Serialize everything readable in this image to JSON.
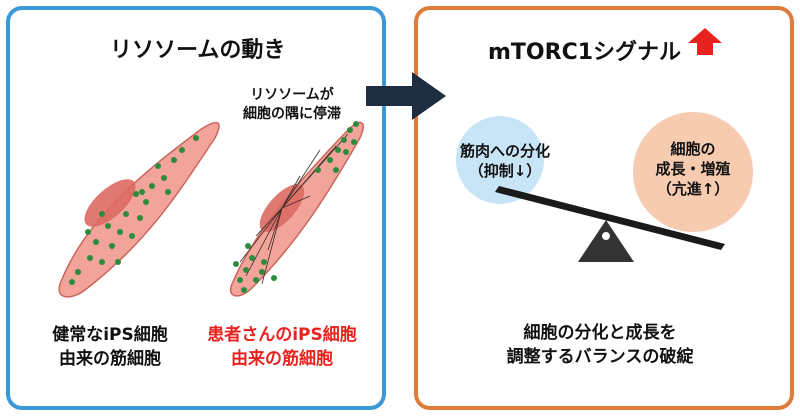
{
  "left_panel": {
    "title": "リソソームの動き",
    "annotation_line1": "リソソームが",
    "annotation_line2": "細胞の隅に停滞",
    "healthy_line1": "健常なiPS細胞",
    "healthy_line2": "由来の筋細胞",
    "patient_line1": "患者さんのiPS細胞",
    "patient_line2": "由来の筋細胞"
  },
  "right_panel": {
    "title": "mTORC1シグナル",
    "differentiation_line1": "筋肉への分化",
    "differentiation_line2": "（抑制↓）",
    "growth_line1": "細胞の",
    "growth_line2": "成長・増殖",
    "growth_line3": "（亢進↑）",
    "caption_line1": "細胞の分化と成長を",
    "caption_line2": "調整するバランスの破綻"
  },
  "colors": {
    "left_border": "#3a9ad9",
    "right_border": "#e07b3a",
    "patient_text": "#e8231f",
    "up_arrow": "#e8231f",
    "arrow": "#1e2d40",
    "cell_fill": "#f2a49a",
    "nucleus": "#dd6a63",
    "lysosome": "#2e8b3e",
    "diff_bubble": "#c7e5f6",
    "growth_bubble": "#f7cbb0"
  }
}
